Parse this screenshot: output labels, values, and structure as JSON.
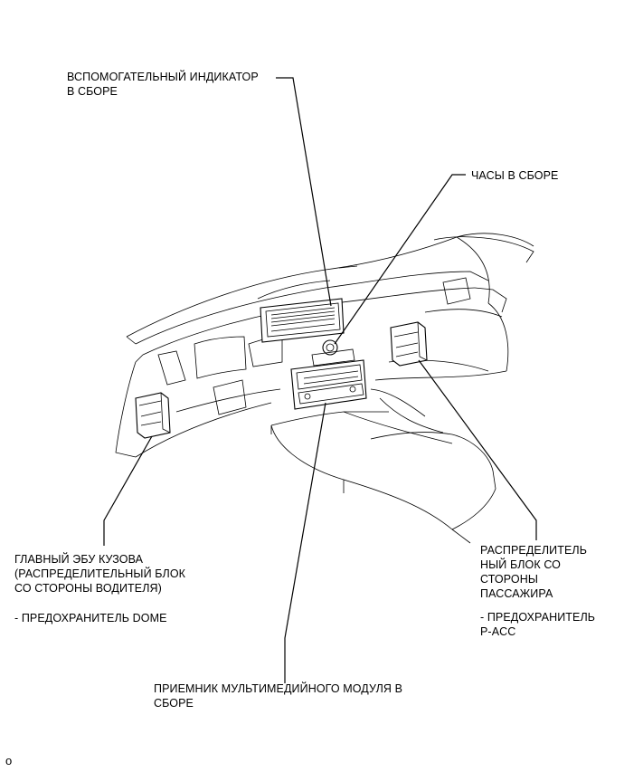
{
  "labels": {
    "aux_indicator": [
      "ВСПОМОГАТЕЛЬНЫЙ ИНДИКАТОР",
      "В СБОРЕ"
    ],
    "clock": [
      "ЧАСЫ В СБОРЕ"
    ],
    "main_body_ecu": [
      "ГЛАВНЫЙ ЭБУ КУЗОВА",
      "(РАСПРЕДЕЛИТЕЛЬНЫЙ БЛОК",
      "СО СТОРОНЫ ВОДИТЕЛЯ)"
    ],
    "main_body_ecu_fuse": "- ПРЕДОХРАНИТЕЛЬ DOME",
    "passenger_junction_block": [
      "РАСПРЕДЕЛИТЕЛЬ",
      "НЫЙ БЛОК СО",
      "СТОРОНЫ",
      "ПАССАЖИРА"
    ],
    "passenger_fuse": [
      "- ПРЕДОХРАНИТЕЛЬ",
      "P-ACC"
    ],
    "multimedia_receiver": [
      "ПРИЕМНИК МУЛЬТИМЕДИЙНОГО МОДУЛЯ В",
      "СБОРЕ"
    ],
    "corner_mark": "o"
  }
}
